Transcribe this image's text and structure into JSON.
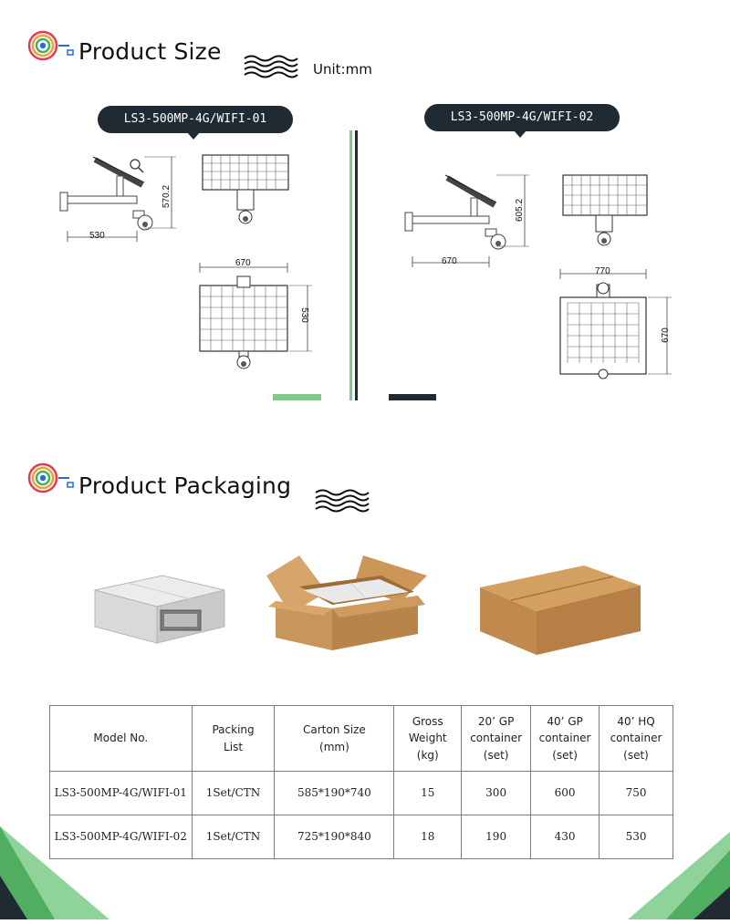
{
  "size_section": {
    "title": "Product Size",
    "unit": "Unit:mm",
    "models": [
      {
        "label": "LS3-500MP-4G/WIFI-01",
        "side_height": "570.2",
        "side_length": "530",
        "front_width": "670",
        "front_height": "530"
      },
      {
        "label": "LS3-500MP-4G/WIFI-02",
        "side_height": "605.2",
        "side_length": "670",
        "front_width": "770",
        "front_height": "670"
      }
    ]
  },
  "packaging_section": {
    "title": "Product Packaging"
  },
  "table": {
    "headers": [
      "Model No.",
      "Packing\nList",
      "Carton Size\n(mm)",
      "Gross\nWeight\n(kg)",
      "20’ GP\ncontainer\n(set)",
      "40’ GP\ncontainer\n(set)",
      "40’ HQ\ncontainer\n(set)"
    ],
    "rows": [
      [
        "LS3-500MP-4G/WIFI-01",
        "1Set/CTN",
        "585*190*740",
        "15",
        "300",
        "600",
        "750"
      ],
      [
        "LS3-500MP-4G/WIFI-02",
        "1Set/CTN",
        "725*190*840",
        "18",
        "190",
        "430",
        "530"
      ]
    ]
  },
  "colors": {
    "accent_green": "#7fc98c",
    "dark": "#1f2a33",
    "cardboard": "#c8955a",
    "triangle_green": "#5fb86e"
  },
  "icons": [
    "spiral-logo-icon",
    "wave-decoration-icon",
    "magnifier-icon"
  ]
}
